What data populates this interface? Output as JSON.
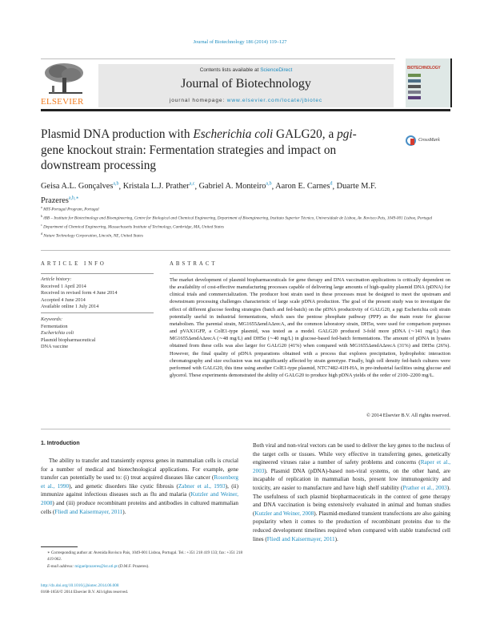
{
  "header": {
    "journal_ref": "Journal of Biotechnology 186 (2014) 119–127",
    "contents_prefix": "Contents lists available at ",
    "contents_link": "ScienceDirect",
    "journal_title": "Journal of Biotechnology",
    "homepage_prefix": "journal homepage: ",
    "homepage_link": "www.elsevier.com/locate/jbiotec",
    "publisher_logo_text": "ELSEVIER",
    "cover_title": "BIOTECHNOLOGY",
    "crossmark_label": "CrossMark"
  },
  "article": {
    "title_part1": "Plasmid DNA production with ",
    "title_italic1": "Escherichia coli",
    "title_part2": " GALG20, a ",
    "title_italic2": "pgi",
    "title_part3": "-gene knockout strain: Fermentation strategies and impact on downstream processing",
    "authors": [
      {
        "name": "Geisa A.L. Gonçalves",
        "sup": "a,b",
        "sep": ", "
      },
      {
        "name": "Kristala L.J. Prather",
        "sup": "a,c",
        "sep": ", "
      },
      {
        "name": "Gabriel A. Monteiro",
        "sup": "a,b",
        "sep": ", "
      },
      {
        "name": "Aaron E. Carnes",
        "sup": "d",
        "sep": ", "
      },
      {
        "name": "Duarte M.F. Prazeres",
        "sup": "a,b,∗",
        "sep": ""
      }
    ],
    "affiliations": [
      {
        "key": "a",
        "text": "MIT-Portugal Program, Portugal"
      },
      {
        "key": "b",
        "text": "iBB – Institute for Biotechnology and Bioengineering, Centre for Biological and Chemical Engineering, Department of Bioengineering, Instituto Superior Técnico, Universidade de Lisboa, Av. Rovisco Pais, 1049-001 Lisboa, Portugal"
      },
      {
        "key": "c",
        "text": "Department of Chemical Engineering, Massachusetts Institute of Technology, Cambridge, MA, United States"
      },
      {
        "key": "d",
        "text": "Nature Technology Corporation, Lincoln, NE, United States"
      }
    ]
  },
  "article_info": {
    "heading": "ARTICLE INFO",
    "history_label": "Article history:",
    "history": [
      "Received 1 April 2014",
      "Received in revised form 4 June 2014",
      "Accepted 4 June 2014",
      "Available online 1 July 2014"
    ],
    "keywords_label": "Keywords:",
    "keywords": [
      "Fermentation",
      "Escherichia coli",
      "Plasmid biopharmaceutical",
      "DNA vaccine"
    ]
  },
  "abstract": {
    "heading": "ABSTRACT",
    "text": "The market development of plasmid biopharmaceuticals for gene therapy and DNA vaccination applications is critically dependent on the availability of cost-effective manufacturing processes capable of delivering large amounts of high-quality plasmid DNA (pDNA) for clinical trials and commercialization. The producer host strain used in these processes must be designed to meet the upstream and downstream processing challenges characteristic of large scale pDNA production. The goal of the present study was to investigate the effect of different glucose feeding strategies (batch and fed-batch) on the pDNA productivity of GALG20, a pgi Escherichia coli strain potentially useful in industrial fermentations, which uses the pentose phosphate pathway (PPP) as the main route for glucose metabolism. The parental strain, MG1655ΔendAΔrecA, and the common laboratory strain, DH5α, were used for comparison purposes and pVAX1GFP, a ColE1-type plasmid, was tested as a model. GALG20 produced 3-fold more pDNA (∼141 mg/L) than MG1655ΔendAΔrecA (∼48 mg/L) and DH5α (∼40 mg/L) in glucose-based fed-batch fermentations. The amount of pDNA in lysates obtained from these cells was also larger for GALG20 (41%) when compared with MG1655ΔendAΔrecA (31%) and DH5α (26%). However, the final quality of pDNA preparations obtained with a process that explores precipitation, hydrophobic interaction chromatography and size exclusion was not significantly affected by strain genotype. Finally, high cell density fed-batch cultures were performed with GALG20, this time using another ColE1-type plasmid, NTC7482-41H-HA, in pre-industrial facilities using glucose and glycerol. These experiments demonstrated the ability of GALG20 to produce high pDNA yields of the order of 2100–2200 mg/L.",
    "copyright": "© 2014 Elsevier B.V. All rights reserved."
  },
  "introduction": {
    "heading": "1. Introduction",
    "left_segments": [
      {
        "t": "The ability to transfer and transiently express genes in mammalian cells is crucial for a number of medical and biotechnological applications. For example, gene transfer can potentially be used to: (i) treat acquired diseases like cancer ("
      },
      {
        "t": "Rosenberg et al., 1990",
        "link": true
      },
      {
        "t": "), and genetic disorders like cystic fibrosis ("
      },
      {
        "t": "Zabner et al., 1993",
        "link": true
      },
      {
        "t": "), (ii) immunize against infectious diseases such as flu and malaria ("
      },
      {
        "t": "Kutzler and Weiner, 2008",
        "link": true
      },
      {
        "t": ") and (iii) produce recombinant proteins and antibodies in cultured mammalian cells ("
      },
      {
        "t": "Fliedl and Kaisermayer, 2011",
        "link": true
      },
      {
        "t": ")."
      }
    ],
    "right_segments": [
      {
        "t": "Both viral and non-viral vectors can be used to deliver the key genes to the nucleus of the target cells or tissues. While very effective in transferring genes, genetically engineered viruses raise a number of safety problems and concerns ("
      },
      {
        "t": "Raper et al., 2003",
        "link": true
      },
      {
        "t": "). Plasmid DNA (pDNA)-based non-viral systems, on the other hand, are incapable of replication in mammalian hosts, present low immunogenicity and toxicity, are easier to manufacture and have high shelf stability ("
      },
      {
        "t": "Prather et al., 2003",
        "link": true
      },
      {
        "t": "). The usefulness of such plasmid biopharmaceuticals in the context of gene therapy and DNA vaccination is being extensively evaluated in animal and human studies ("
      },
      {
        "t": "Kutzler and Weiner, 2008",
        "link": true
      },
      {
        "t": "). Plasmid-mediated transient transfections are also gaining popularity when it comes to the production of recombinant proteins due to the reduced development timelines required when compared with stable transfected cell lines ("
      },
      {
        "t": "Fliedl and Kaisermayer, 2011",
        "link": true
      },
      {
        "t": ")."
      }
    ]
  },
  "footnote": {
    "corresponding": "∗ Corresponding author at: Avenida Rovisco Pais, 1049-001 Lisboa, Portugal. Tel.: +351 218 419 133; fax: +351 218 419 062.",
    "email_label": "E-mail address: ",
    "email": "miguelprazeres@ist.utl.pt",
    "email_suffix": " (D.M.F. Prazeres).",
    "doi": "http://dx.doi.org/10.1016/j.jbiotec.2014.06.008",
    "issn": "0168-1656/© 2014 Elsevier B.V. All rights reserved."
  }
}
